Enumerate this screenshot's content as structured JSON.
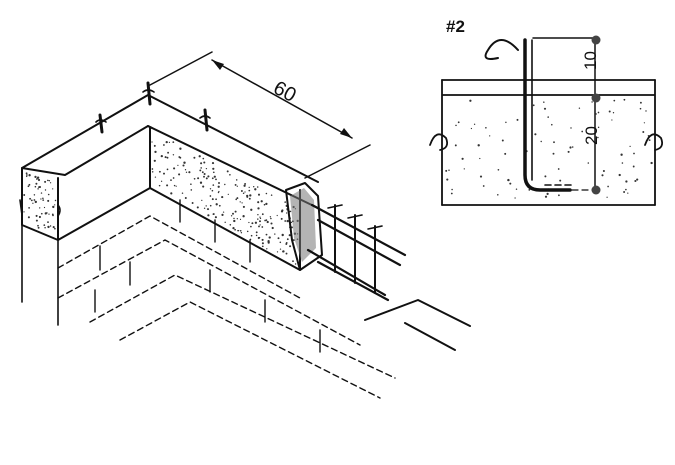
{
  "beam_drawing": {
    "dimension_label": "60"
  },
  "detail_drawing": {
    "bar_label": "#2",
    "dim_top_label": "10",
    "dim_bottom_label": "20"
  }
}
